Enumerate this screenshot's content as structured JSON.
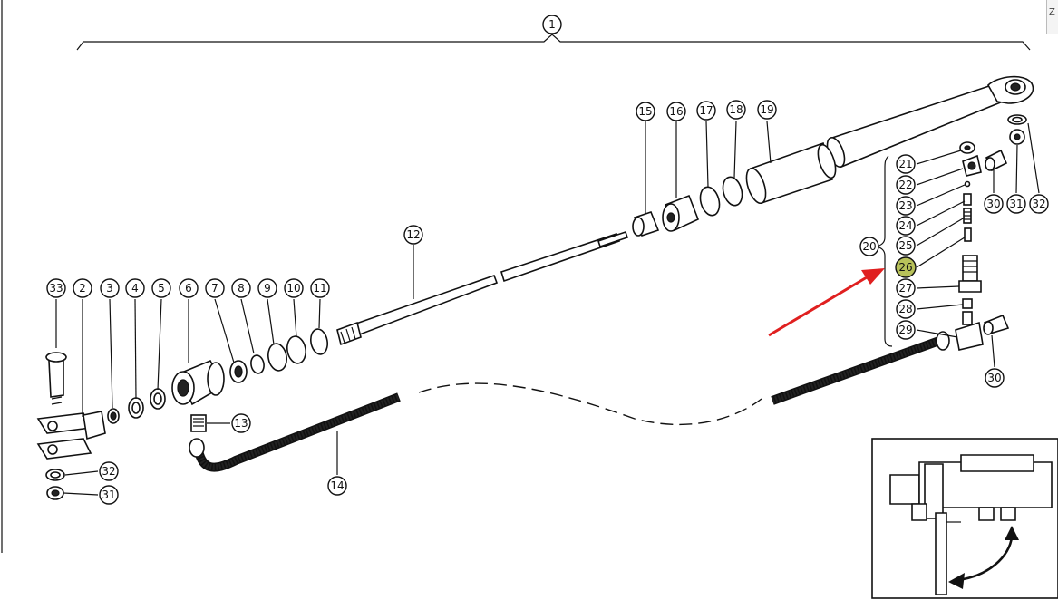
{
  "callouts": {
    "c1": "1",
    "c2": "2",
    "c3": "3",
    "c4": "4",
    "c5": "5",
    "c6": "6",
    "c7": "7",
    "c8": "8",
    "c9": "9",
    "c10": "10",
    "c11": "11",
    "c12": "12",
    "c13": "13",
    "c14": "14",
    "c15": "15",
    "c16": "16",
    "c17": "17",
    "c18": "18",
    "c19": "19",
    "c20": "20",
    "c21": "21",
    "c22": "22",
    "c23": "23",
    "c24": "24",
    "c25": "25",
    "c26": "26",
    "c27": "27",
    "c28": "28",
    "c29": "29",
    "c30a": "30",
    "c30b": "30",
    "c31a": "31",
    "c31b": "31",
    "c32a": "32",
    "c32b": "32",
    "c33": "33"
  },
  "highlighted_callout": "26",
  "colors": {
    "highlight": "#b8c25a",
    "arrow": "#e02020",
    "ink": "#111111"
  },
  "corner_tab": "Z"
}
